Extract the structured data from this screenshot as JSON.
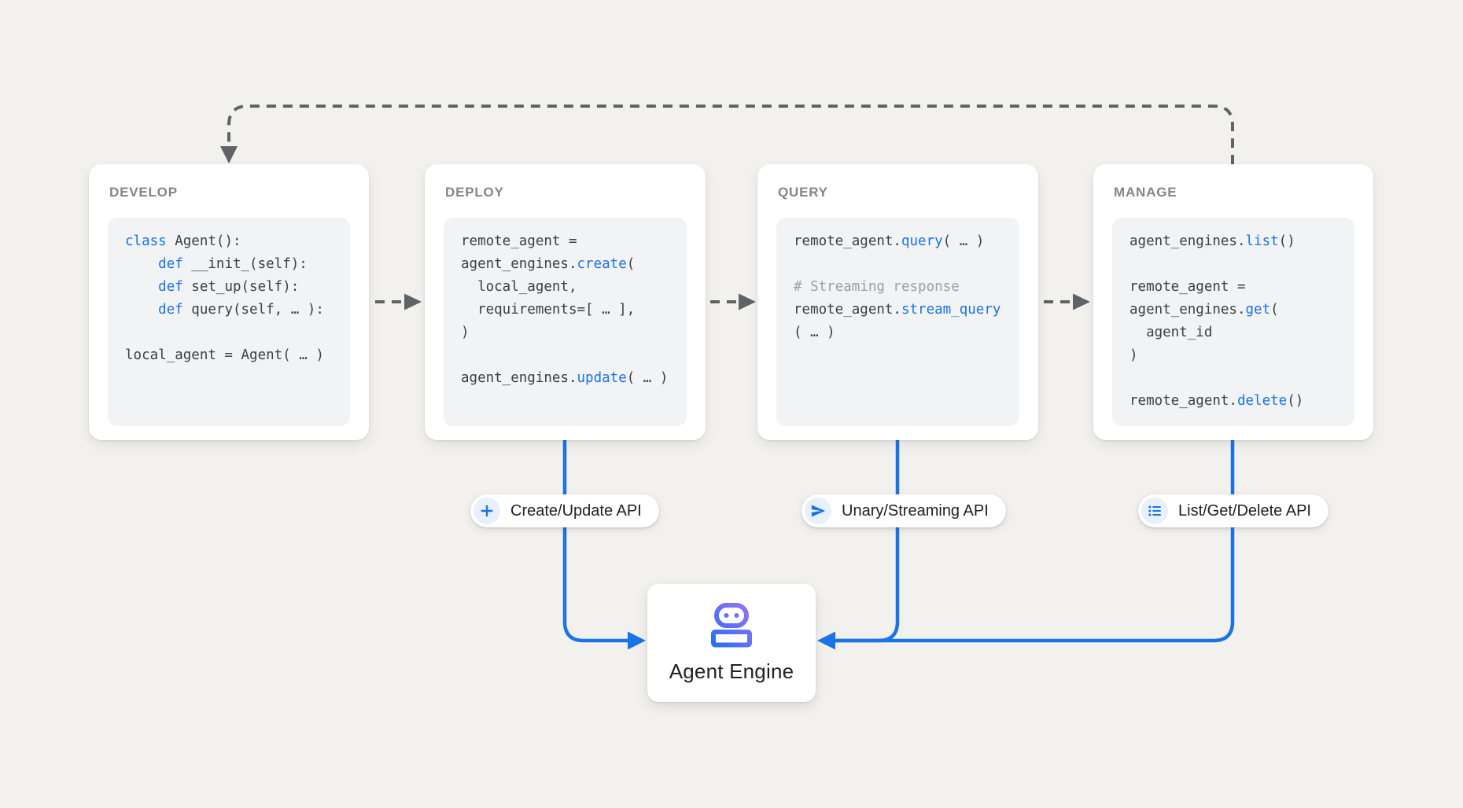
{
  "colors": {
    "background": "#f2f1ee",
    "card_bg": "#ffffff",
    "card_title": "#80868b",
    "code_bg": "#f1f3f4",
    "code_text": "#3c4043",
    "code_keyword": "#1a73e8",
    "code_comment": "#9aa0a6",
    "dashed_arrow": "#5f6368",
    "flow_line": "#1a73e8",
    "pill_icon_bg": "#e8f0fe",
    "pill_icon": "#1a73e8",
    "pill_text": "#202124",
    "engine_label_color": "#202124",
    "robot_gradient_start": "#a873f8",
    "robot_gradient_end": "#1b6ef3"
  },
  "cards": [
    {
      "title": "DEVELOP",
      "code": [
        [
          {
            "t": "class",
            "s": "kw"
          },
          {
            "t": " Agent():",
            "s": "p"
          }
        ],
        [
          {
            "t": "    ",
            "s": "p"
          },
          {
            "t": "def",
            "s": "kw"
          },
          {
            "t": " __init_(self):",
            "s": "p"
          }
        ],
        [
          {
            "t": "    ",
            "s": "p"
          },
          {
            "t": "def",
            "s": "kw"
          },
          {
            "t": " set_up(self):",
            "s": "p"
          }
        ],
        [
          {
            "t": "    ",
            "s": "p"
          },
          {
            "t": "def",
            "s": "kw"
          },
          {
            "t": " query(self, … ):",
            "s": "p"
          }
        ],
        [],
        [
          {
            "t": "local_agent = Agent( … )",
            "s": "p"
          }
        ]
      ]
    },
    {
      "title": "DEPLOY",
      "code": [
        [
          {
            "t": "remote_agent =",
            "s": "p"
          }
        ],
        [
          {
            "t": "agent_engines.",
            "s": "p"
          },
          {
            "t": "create",
            "s": "kw"
          },
          {
            "t": "(",
            "s": "p"
          }
        ],
        [
          {
            "t": "  local_agent,",
            "s": "p"
          }
        ],
        [
          {
            "t": "  requirements=[ … ],",
            "s": "p"
          }
        ],
        [
          {
            "t": ")",
            "s": "p"
          }
        ],
        [],
        [
          {
            "t": "agent_engines.",
            "s": "p"
          },
          {
            "t": "update",
            "s": "kw"
          },
          {
            "t": "( … )",
            "s": "p"
          }
        ]
      ]
    },
    {
      "title": "QUERY",
      "code": [
        [
          {
            "t": "remote_agent.",
            "s": "p"
          },
          {
            "t": "query",
            "s": "kw"
          },
          {
            "t": "( … )",
            "s": "p"
          }
        ],
        [],
        [
          {
            "t": "# Streaming response",
            "s": "c"
          }
        ],
        [
          {
            "t": "remote_agent.",
            "s": "p"
          },
          {
            "t": "stream_query",
            "s": "kw"
          }
        ],
        [
          {
            "t": "( … )",
            "s": "p"
          }
        ]
      ]
    },
    {
      "title": "MANAGE",
      "code": [
        [
          {
            "t": "agent_engines.",
            "s": "p"
          },
          {
            "t": "list",
            "s": "kw"
          },
          {
            "t": "()",
            "s": "p"
          }
        ],
        [],
        [
          {
            "t": "remote_agent =",
            "s": "p"
          }
        ],
        [
          {
            "t": "agent_engines.",
            "s": "p"
          },
          {
            "t": "get",
            "s": "kw"
          },
          {
            "t": "(",
            "s": "p"
          }
        ],
        [
          {
            "t": "  agent_id",
            "s": "p"
          }
        ],
        [
          {
            "t": ")",
            "s": "p"
          }
        ],
        [],
        [
          {
            "t": "remote_agent.",
            "s": "p"
          },
          {
            "t": "delete",
            "s": "kw"
          },
          {
            "t": "()",
            "s": "p"
          }
        ]
      ]
    }
  ],
  "pills": [
    {
      "label": "Create/Update API",
      "icon": "plus-icon"
    },
    {
      "label": "Unary/Streaming API",
      "icon": "send-icon"
    },
    {
      "label": "List/Get/Delete API",
      "icon": "list-icon"
    }
  ],
  "engine": {
    "label": "Agent Engine",
    "icon": "robot-icon"
  }
}
